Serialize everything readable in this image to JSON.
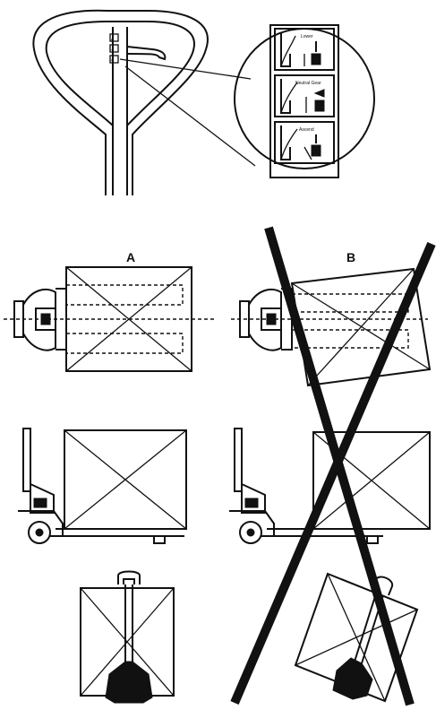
{
  "figure": {
    "label_a": "A",
    "label_b": "B",
    "decal_labels": [
      "Lower",
      "Neutral Gear",
      "Ascend"
    ],
    "ink_color": "#111111",
    "background": "#ffffff"
  },
  "icons": {
    "wrong_mark": "large-x-cross-out-icon"
  }
}
